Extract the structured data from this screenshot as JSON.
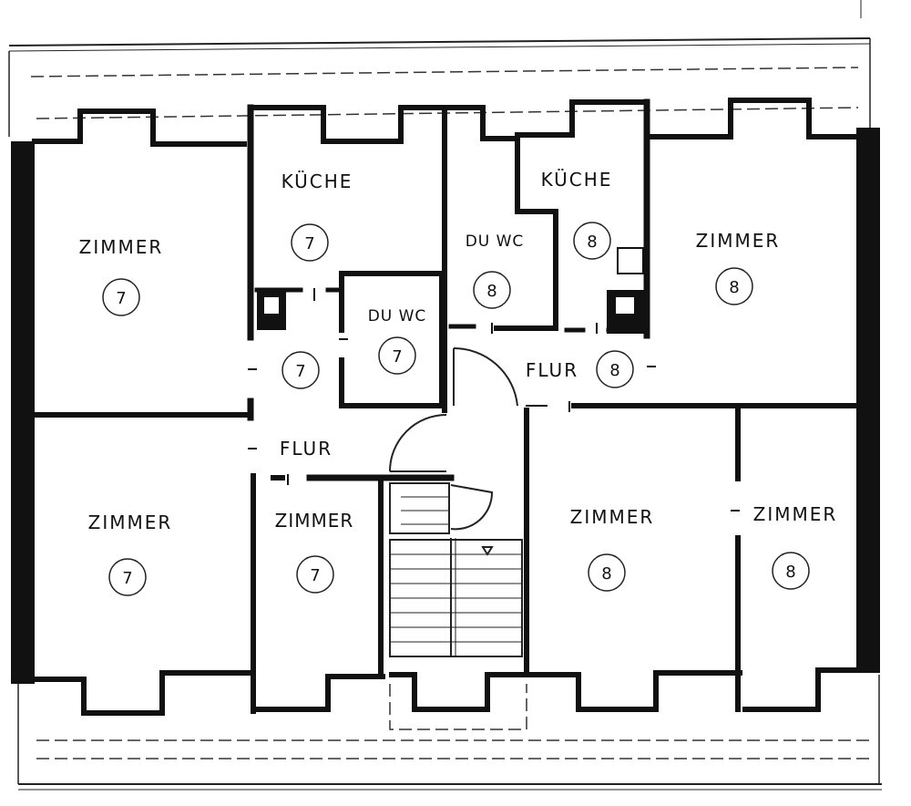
{
  "rooms": {
    "zimmer_7_top_left": {
      "label": "ZIMMER",
      "unit": "7"
    },
    "kueche_7": {
      "label": "KÜCHE",
      "unit": "7"
    },
    "duwc_7": {
      "label": "DU WC",
      "unit": "7"
    },
    "flur_7_hall": {
      "label": "",
      "unit": "7"
    },
    "flur_7": {
      "label": "FLUR",
      "unit": ""
    },
    "zimmer_7_bottom_left": {
      "label": "ZIMMER",
      "unit": "7"
    },
    "zimmer_7_bottom_mid": {
      "label": "ZIMMER",
      "unit": "7"
    },
    "duwc_8": {
      "label": "DU WC",
      "unit": "8"
    },
    "kueche_8": {
      "label": "KÜCHE",
      "unit": "8"
    },
    "zimmer_8_top_right": {
      "label": "ZIMMER",
      "unit": "8"
    },
    "flur_8": {
      "label": "FLUR",
      "unit": "8"
    },
    "zimmer_8_bottom_mid": {
      "label": "ZIMMER",
      "unit": "8"
    },
    "zimmer_8_bottom_right": {
      "label": "ZIMMER",
      "unit": "8"
    }
  }
}
